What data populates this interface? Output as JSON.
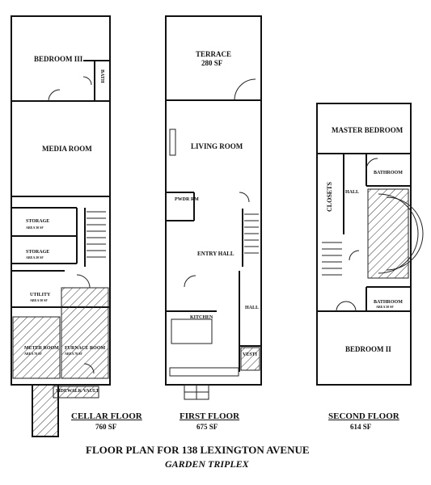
{
  "floors": {
    "cellar": {
      "name": "CELLAR FLOOR",
      "area": "760 SF",
      "rooms": {
        "bedroom": "BEDROOM III",
        "bath": "BATH",
        "media": "MEDIA ROOM",
        "storage1": "STORAGE",
        "storage1_area": "AREA 30 SF",
        "storage2": "STORAGE",
        "storage2_area": "AREA 20 SF",
        "utility": "UTILITY",
        "utility_area": "AREA 50 SF",
        "meter": "METER ROOM",
        "meter_area": "AREA 70 SF",
        "furnace": "FURNACE ROOM",
        "furnace_area": "AREA 70 SF",
        "sidewalk": "SIDEWALK VAULT"
      }
    },
    "first": {
      "name": "FIRST FLOOR",
      "area": "675 SF",
      "rooms": {
        "terrace": "TERRACE",
        "terrace_area": "280 SF",
        "living": "LIVING ROOM",
        "powder": "PWDR RM",
        "entry": "ENTRY HALL",
        "hall": "HALL",
        "kitchen": "KITCHEN",
        "vesti": "VESTI"
      }
    },
    "second": {
      "name": "SECOND FLOOR",
      "area": "614 SF",
      "rooms": {
        "master": "MASTER BEDROOM",
        "bathroom1": "BATHROOM",
        "closets": "CLOSETS",
        "hall": "HALL",
        "bathroom2": "BATHROOM",
        "bathroom2_area": "AREA 50 SF",
        "bedroom2": "BEDROOM II"
      }
    }
  },
  "title": "FLOOR PLAN FOR 138 LEXINGTON AVENUE",
  "subtitle": "GARDEN TRIPLEX"
}
